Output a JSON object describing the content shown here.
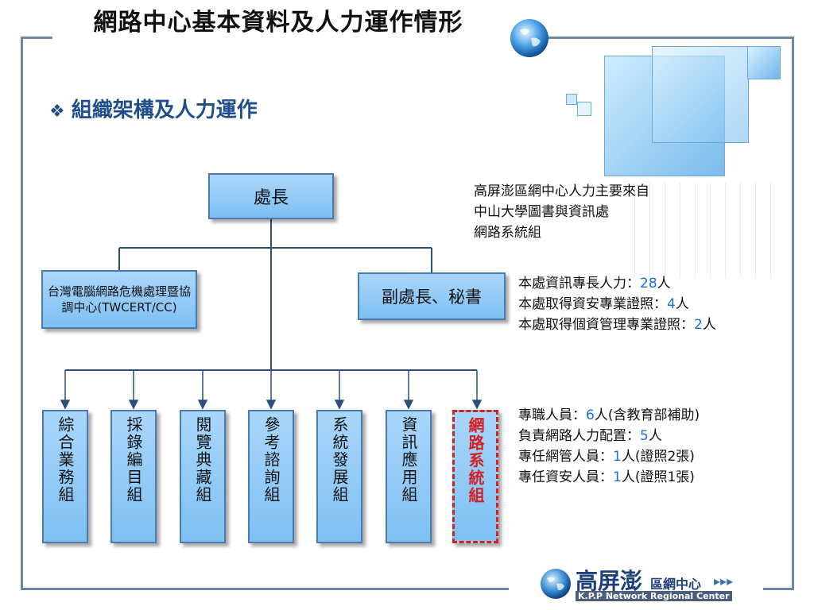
{
  "slide": {
    "title": "網路中心基本資料及人力運作情形",
    "bullet": "組織架構及人力運作"
  },
  "org": {
    "chief": "處長",
    "twcert": "台灣電腦網路危機處理暨協調中心(TWCERT/CC)",
    "deputy": "副處長、秘書",
    "departments": [
      {
        "label": "綜合業務組",
        "highlight": false
      },
      {
        "label": "採錄編目組",
        "highlight": false
      },
      {
        "label": "閱覽典藏組",
        "highlight": false
      },
      {
        "label": "參考諮詢組",
        "highlight": false
      },
      {
        "label": "系統發展組",
        "highlight": false
      },
      {
        "label": "資訊應用組",
        "highlight": false
      },
      {
        "label": "網路系統組",
        "highlight": true
      }
    ]
  },
  "info": {
    "source_lines": [
      "高屏澎區網中心人力主要來自",
      "中山大學圖書與資訊處",
      "網路系統組"
    ],
    "stats1": [
      {
        "label": "本處資訊專長人力：",
        "value": "28",
        "unit": "人"
      },
      {
        "label": "本處取得資安專業證照：",
        "value": "4",
        "unit": "人"
      },
      {
        "label": "本處取得個資管理專業證照：",
        "value": "2",
        "unit": "人"
      }
    ],
    "stats2": [
      {
        "label": "專職人員：",
        "value": "6",
        "unit": "人(含教育部補助)"
      },
      {
        "label": "負責網路人力配置：",
        "value": "5",
        "unit": "人"
      },
      {
        "label": "專任網管人員：",
        "value": "1",
        "unit": "人(證照2張)"
      },
      {
        "label": "專任資安人員：",
        "value": "1",
        "unit": "人(證照1張)"
      }
    ]
  },
  "logo": {
    "main": "高屏澎",
    "sub": "區網中心",
    "arrows": "▸▸▸",
    "english": "K.P.P Network Regional Center"
  },
  "colors": {
    "box_fill": "#8ecbf7",
    "box_border": "#4a7ab0",
    "highlight": "#d42020",
    "number": "#1a6fd6",
    "frame": "#6d86a6"
  }
}
